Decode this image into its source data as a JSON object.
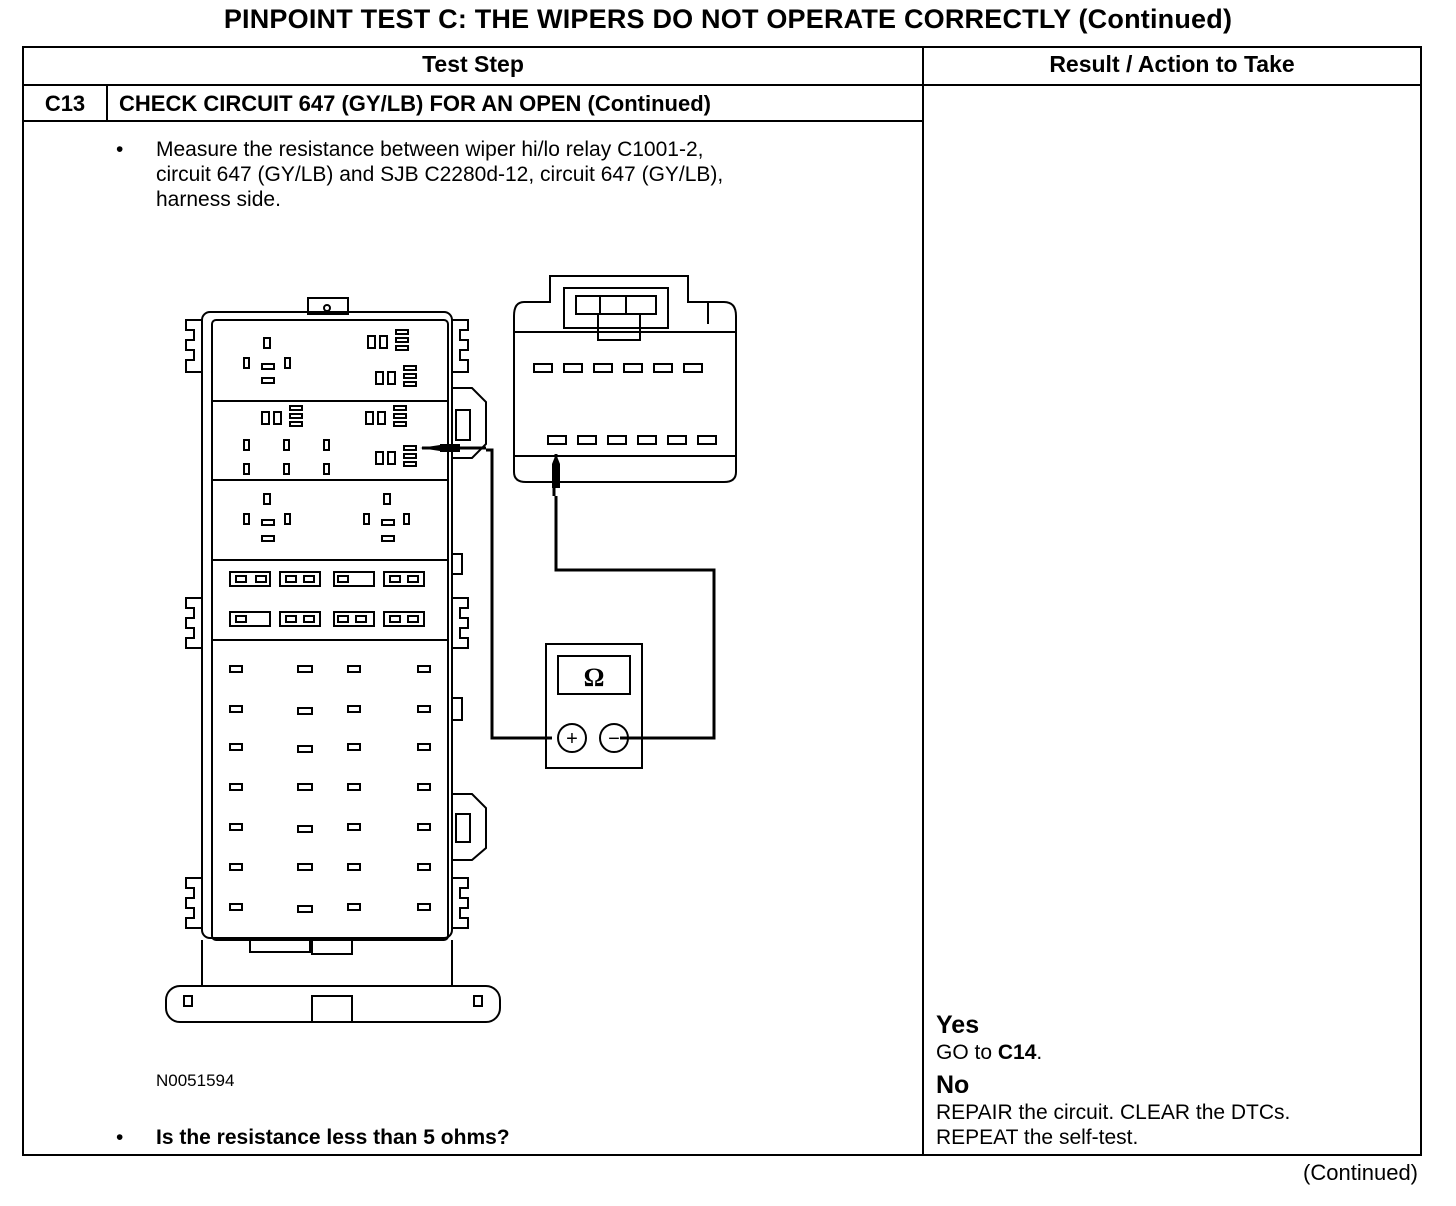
{
  "title": "PINPOINT TEST C: THE WIPERS DO NOT OPERATE CORRECTLY (Continued)",
  "table": {
    "col_test_step": "Test Step",
    "col_result": "Result / Action to Take"
  },
  "step": {
    "id": "C13",
    "title": "CHECK CIRCUIT 647 (GY/LB) FOR AN OPEN (Continued)",
    "bullet_symbol": "•",
    "instruction": "Measure the resistance between wiper hi/lo relay C1001-2,\ncircuit 647 (GY/LB) and SJB C2280d-12, circuit 647 (GY/LB),\nharness side.",
    "figure_id": "N0051594",
    "question": "Is the resistance less than 5 ohms?"
  },
  "figure": {
    "meter_symbol": "Ω",
    "meter_plus": "+",
    "meter_minus": "−"
  },
  "result": {
    "yes_label": "Yes",
    "yes_action_prefix": "GO to ",
    "yes_action_target": "C14",
    "yes_action_suffix": ".",
    "no_label": "No",
    "no_action": "REPAIR the circuit. CLEAR the DTCs.\nREPEAT the self-test."
  },
  "footer": "(Continued)"
}
